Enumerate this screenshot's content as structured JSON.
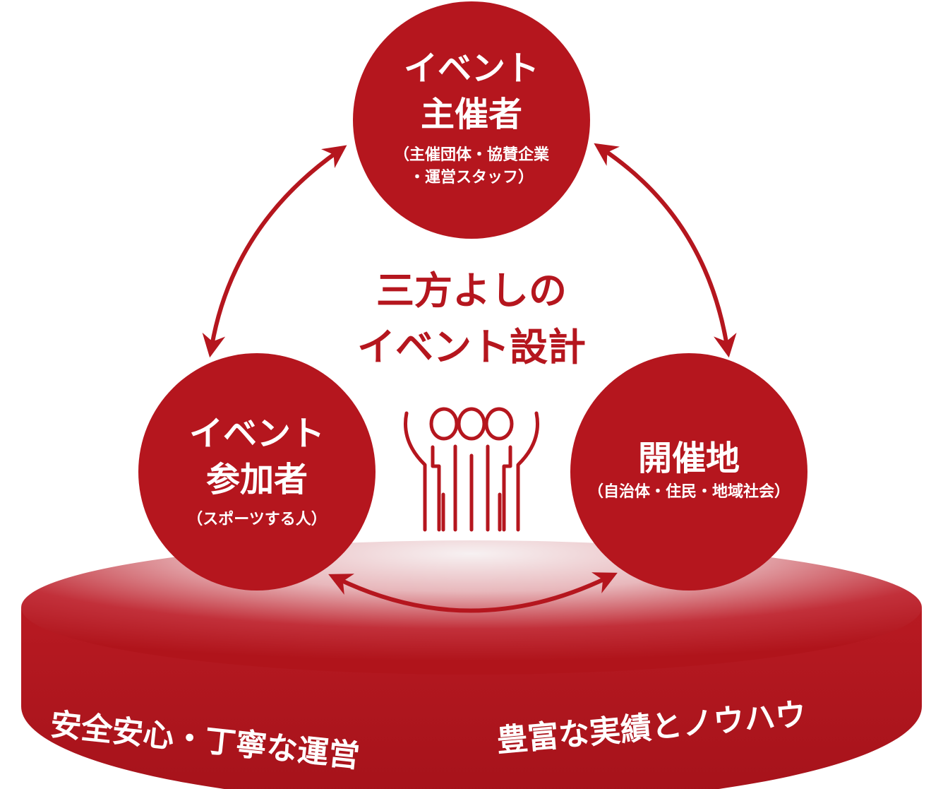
{
  "colors": {
    "accent_red": "#b5161e",
    "base_dark": "#b0141b",
    "base_light": "#f6eef0"
  },
  "center": {
    "line1": "三方よしの",
    "line2": "イベント設計",
    "icon": "people-cheering-icon"
  },
  "nodes": {
    "organizer": {
      "title_line1": "イベント",
      "title_line2": "主催者",
      "sub_line1": "（主催団体・協賛企業",
      "sub_line2": "・運営スタッフ）"
    },
    "participant": {
      "title_line1": "イベント",
      "title_line2": "参加者",
      "sub_line1": "（スポーツする人）"
    },
    "venue": {
      "title_line1": "開催地",
      "sub_line1": "（自治体・住民・地域社会）"
    }
  },
  "base": {
    "text_left": "安全安心・丁寧な運営",
    "text_right": "豊富な実績とノウハウ"
  },
  "arrows": [
    "double-arrow-icon",
    "double-arrow-icon",
    "double-arrow-icon"
  ]
}
